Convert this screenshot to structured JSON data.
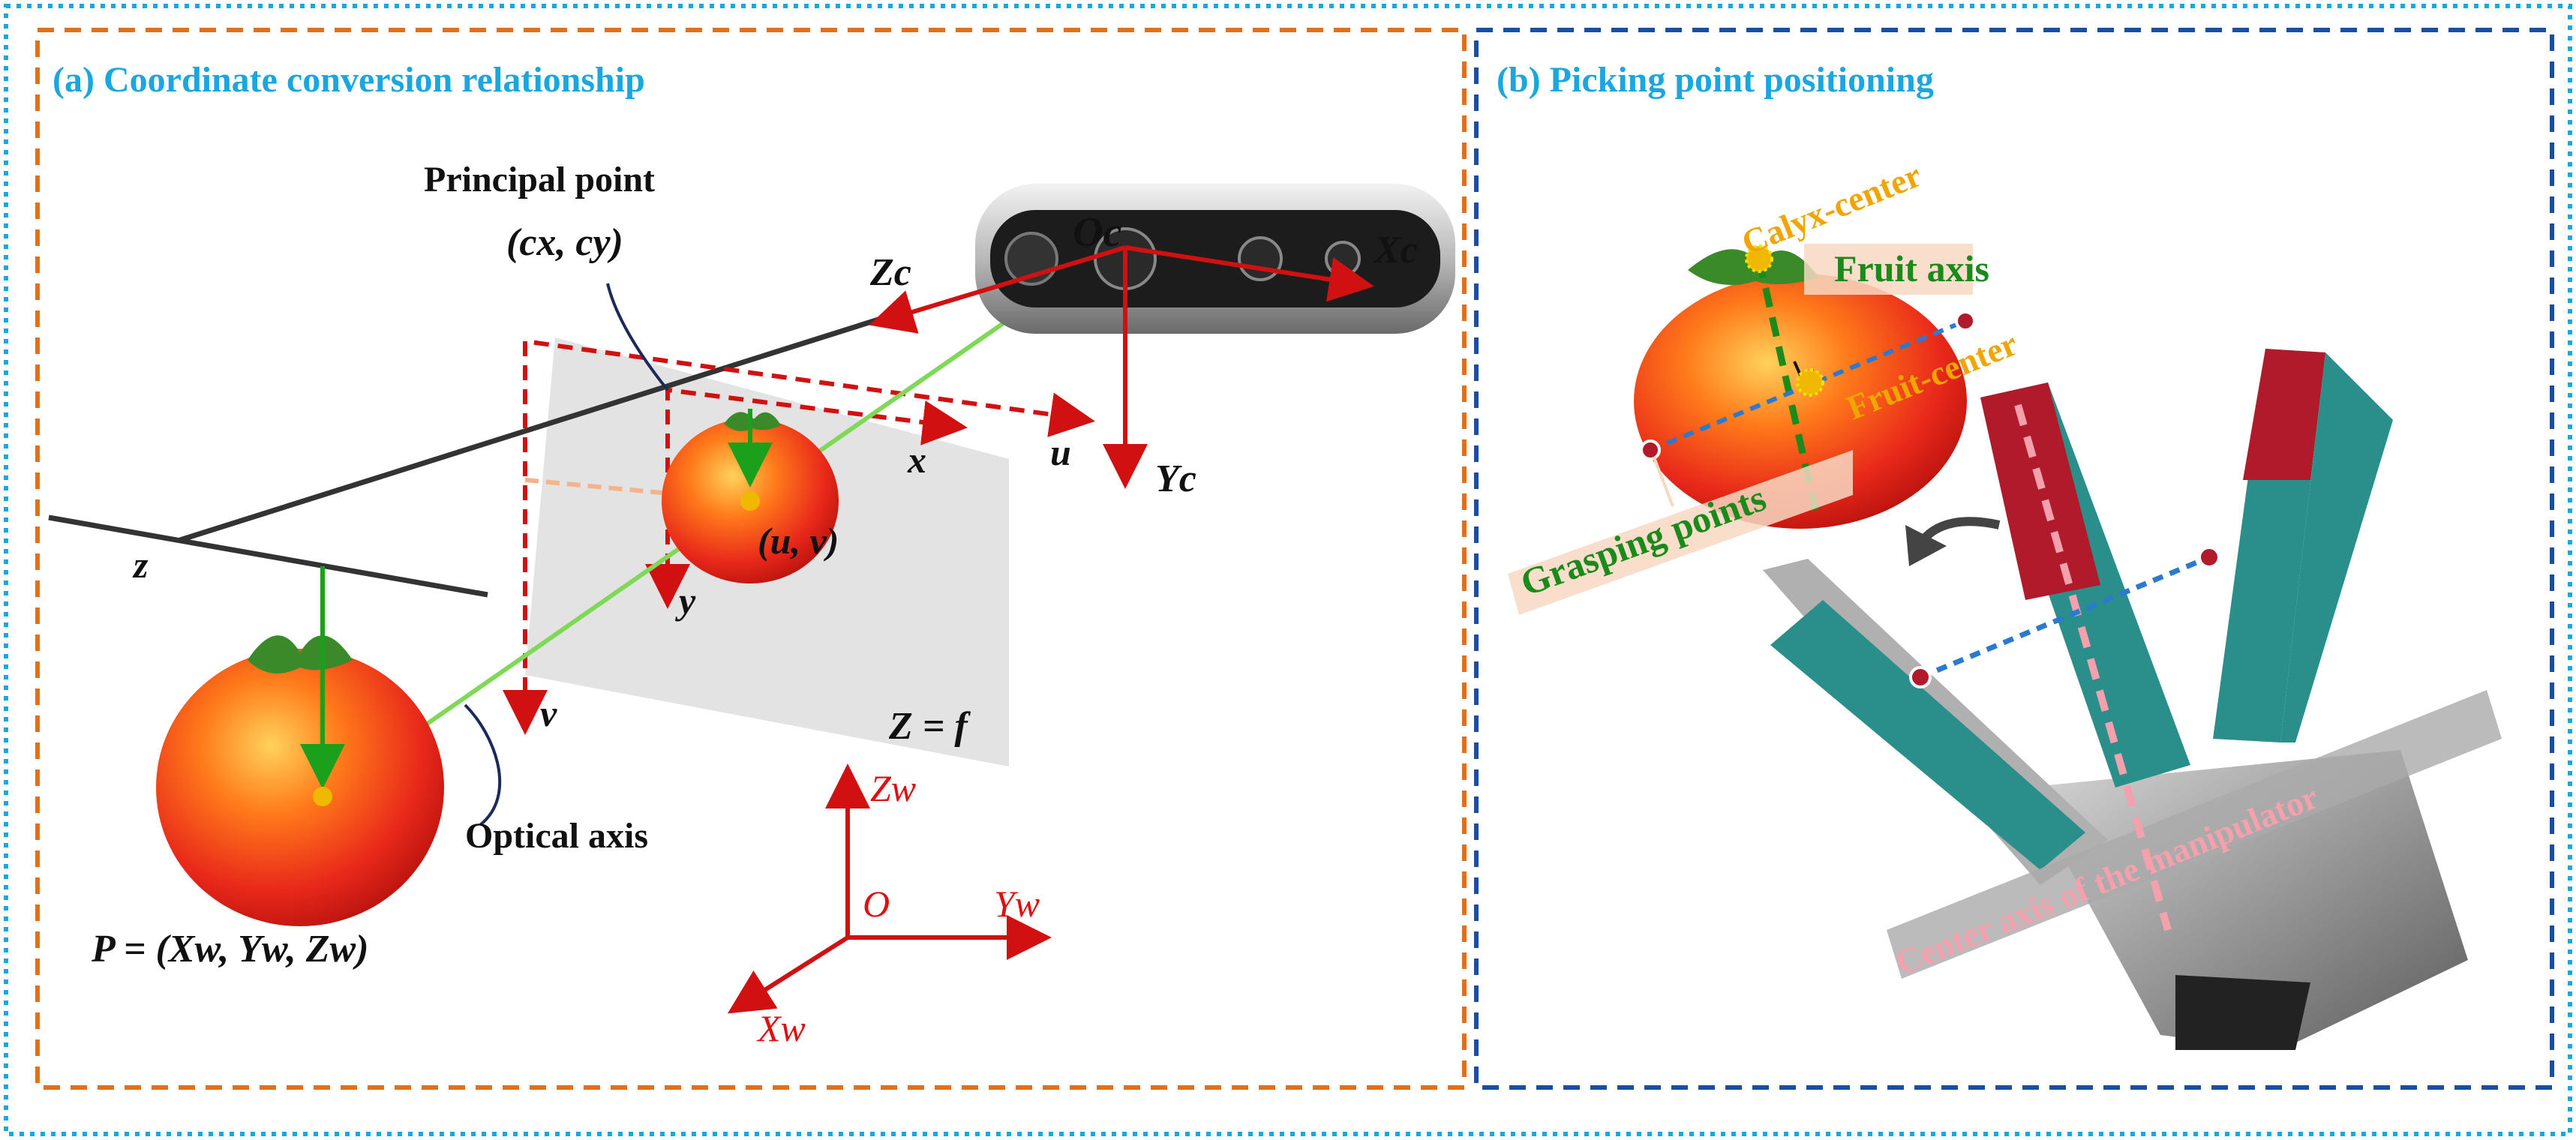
{
  "panel_a": {
    "title": "(a) Coordinate conversion relationship",
    "principal_point_label": "Principal point",
    "principal_point_coord": "(cx, cy)",
    "camera_origin": "Oc",
    "camera_x": "Xc",
    "camera_y": "Yc",
    "camera_z": "Zc",
    "image_x": "x",
    "image_y": "y",
    "pixel_u": "u",
    "pixel_v": "v",
    "point_uv": "(u, v)",
    "z_axis": "z",
    "focal_plane": "Z = f",
    "optical_axis": "Optical axis",
    "world_point": "P = (Xw, Yw, Zw)",
    "world_origin": "O",
    "world_x": "Xw",
    "world_y": "Yw",
    "world_z": "Zw"
  },
  "panel_b": {
    "title": "(b) Picking point positioning",
    "calyx_center": "Calyx-center",
    "fruit_axis": "Fruit axis",
    "fruit_center": "Fruit-center",
    "grasping_points": "Grasping points",
    "center_axis": "Center axis of the manipulator"
  },
  "colors": {
    "title": "#1aa7e0",
    "panel_a_border": "#e0701a",
    "panel_b_border": "#1a4fa0",
    "outer_border": "#1aa7e0",
    "axis_red": "#d11111",
    "projection_green": "#1aa01a",
    "label_gold": "#f0a500",
    "grasp_blue": "#2a7ad0"
  }
}
